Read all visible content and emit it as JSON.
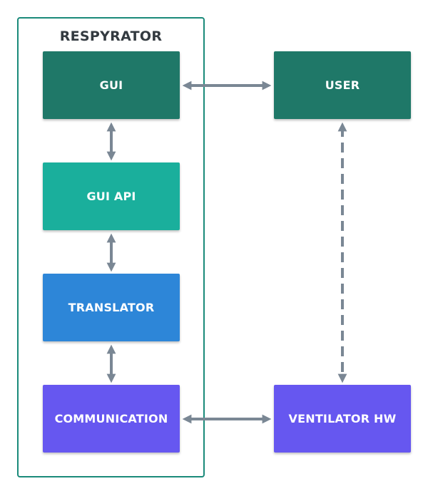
{
  "container": {
    "title": "RESPYRATOR"
  },
  "boxes": {
    "gui": {
      "label": "GUI",
      "color": "#1f7868"
    },
    "gui_api": {
      "label": "GUI API",
      "color": "#1aaf9c"
    },
    "translator": {
      "label": "TRANSLATOR",
      "color": "#2d86d8"
    },
    "communication": {
      "label": "COMMUNICATION",
      "color": "#6657f0"
    },
    "user": {
      "label": "USER",
      "color": "#1f7868"
    },
    "ventilator_hw": {
      "label": "VENTILATOR HW",
      "color": "#6657f0"
    }
  },
  "connectors": [
    {
      "from": "GUI",
      "to": "USER",
      "style": "solid",
      "bidirectional": true
    },
    {
      "from": "GUI",
      "to": "GUI API",
      "style": "solid",
      "bidirectional": true
    },
    {
      "from": "GUI API",
      "to": "TRANSLATOR",
      "style": "solid",
      "bidirectional": true
    },
    {
      "from": "TRANSLATOR",
      "to": "COMMUNICATION",
      "style": "solid",
      "bidirectional": true
    },
    {
      "from": "COMMUNICATION",
      "to": "VENTILATOR HW",
      "style": "solid",
      "bidirectional": true
    },
    {
      "from": "USER",
      "to": "VENTILATOR HW",
      "style": "dashed",
      "bidirectional": true
    }
  ],
  "colors": {
    "container_border": "#1a8a7a",
    "connector": "#7a8794",
    "title_text": "#333a40"
  }
}
